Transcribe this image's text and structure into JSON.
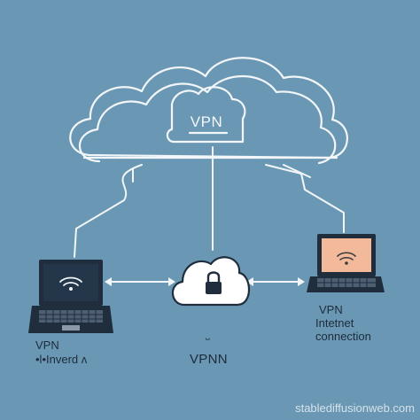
{
  "diagram": {
    "cloud_label": "VPN",
    "left_device": {
      "label_line1": "VPN",
      "label_line2": "•l•Inverd ʌ"
    },
    "center_node": {
      "mark": "˽",
      "label": "VPNN",
      "icon": "lock-icon"
    },
    "right_device": {
      "label_line1": "VPN",
      "label_line2": "Intetnet",
      "label_line3": "connection"
    }
  },
  "watermark": "stablediffusionweb.com",
  "colors": {
    "background": "#6a98b4",
    "lines": "#f2f6f9",
    "laptop_body": "#1f2d3d",
    "left_screen": "#24364a",
    "right_screen": "#f2b99a"
  }
}
